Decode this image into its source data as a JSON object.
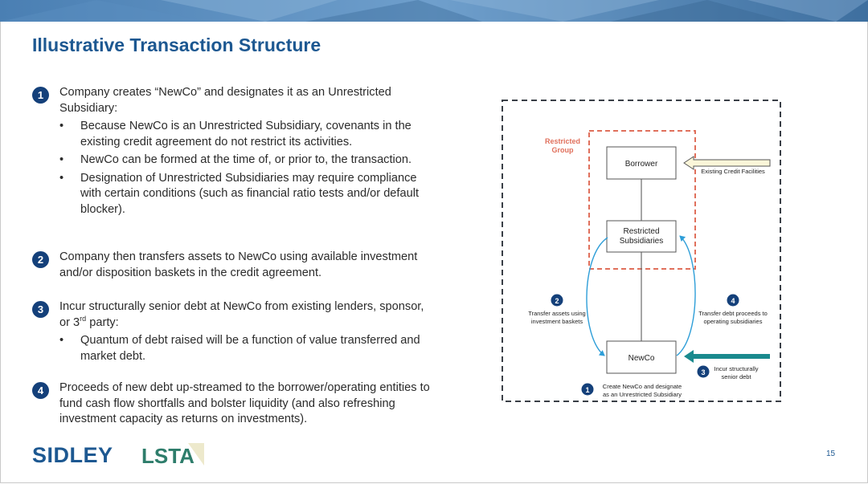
{
  "slide": {
    "title": "Illustrative Transaction Structure",
    "page_number": "15",
    "colors": {
      "title": "#1d5891",
      "badge": "#14407a",
      "restricted": "#e0705c",
      "arrow_blue": "#2e9ed8",
      "arrow_teal": "#1a8a8e",
      "credit_arrow_fill": "#fbf6d9"
    }
  },
  "steps": [
    {
      "number": "1",
      "text": "Company creates “NewCo” and designates it as an Unrestricted Subsidiary:",
      "bullets": [
        "Because NewCo is an Unrestricted Subsidiary, covenants in the existing credit agreement do not restrict its activities.",
        "NewCo can be formed at the time of, or prior to, the transaction.",
        "Designation of Unrestricted Subsidiaries may require compliance with certain conditions (such as financial ratio tests and/or default blocker)."
      ]
    },
    {
      "number": "2",
      "text": "Company then transfers assets to NewCo using available investment and/or disposition baskets in the credit agreement."
    },
    {
      "number": "3",
      "text_before_sup": "Incur structurally senior debt at NewCo from existing lenders, sponsor, or 3",
      "sup": "rd",
      "text_after_sup": " party:",
      "bullets": [
        "Quantum of debt raised will be a function of value transferred and market debt."
      ]
    },
    {
      "number": "4",
      "text": "Proceeds of new debt up-streamed to the borrower/operating entities to fund cash flow shortfalls and bolster liquidity (and also refreshing investment capacity as returns on investments)."
    }
  ],
  "diagram": {
    "restricted_group_line1": "Restricted",
    "restricted_group_line2": "Group",
    "borrower": "Borrower",
    "restricted_subs_line1": "Restricted",
    "restricted_subs_line2": "Subsidiaries",
    "newco": "NewCo",
    "existing_credit": "Existing Credit Facilities",
    "step1_badge": "1",
    "step1_line1": "Create NewCo and designate",
    "step1_line2": "as an Unrestricted Subsidiary",
    "step2_badge": "2",
    "step2_line1": "Transfer assets using",
    "step2_line2": "investment baskets",
    "step3_badge": "3",
    "step3_line1": "Incur structurally",
    "step3_line2": "senior debt",
    "step4_badge": "4",
    "step4_line1": "Transfer debt proceeds to",
    "step4_line2": "operating subsidiaries"
  },
  "logos": {
    "sidley": "SIDLEY",
    "lsta": "LSTA"
  }
}
